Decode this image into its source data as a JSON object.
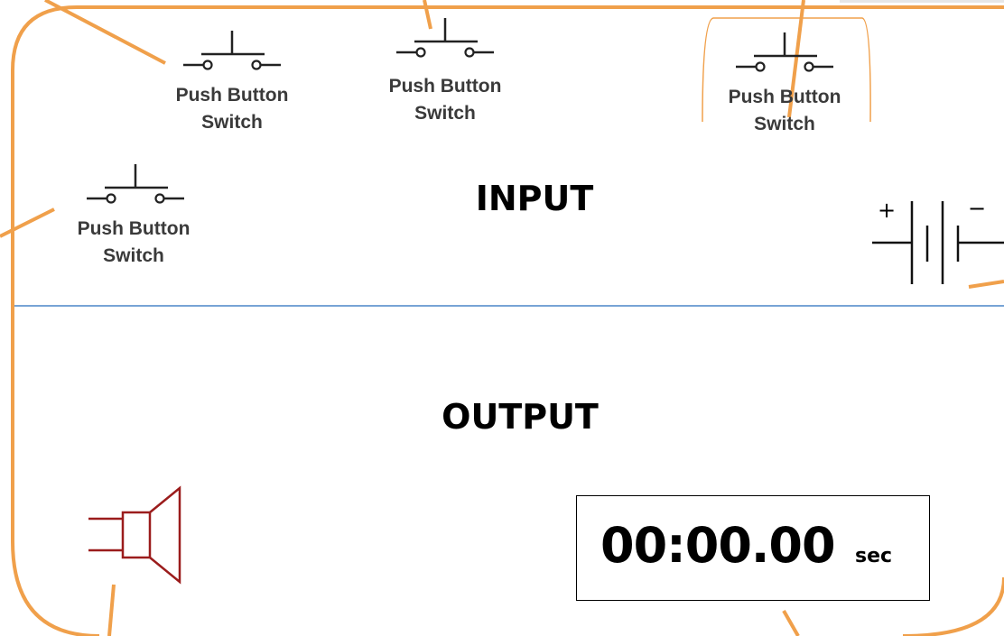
{
  "inputs": {
    "section_title": "INPUT",
    "switches": [
      {
        "line1": "Push Button",
        "line2": "Switch"
      },
      {
        "line1": "Push Button",
        "line2": "Switch"
      },
      {
        "line1": "Push Button",
        "line2": "Switch"
      },
      {
        "line1": "Push Button",
        "line2": "Switch"
      }
    ],
    "battery": {
      "plus": "+",
      "minus": "−"
    }
  },
  "outputs": {
    "section_title": "OUTPUT",
    "timer": {
      "value": "00:00.00",
      "unit": "sec"
    }
  },
  "colors": {
    "frame": "#f0a04b",
    "leader": "#f0a04b",
    "divider": "#4a86c8",
    "speaker": "#9b1c1c",
    "text": "#000000",
    "switch_label": "#3a3a3a"
  },
  "icons": [
    "push-button-switch-icon",
    "battery-icon",
    "speaker-icon"
  ]
}
